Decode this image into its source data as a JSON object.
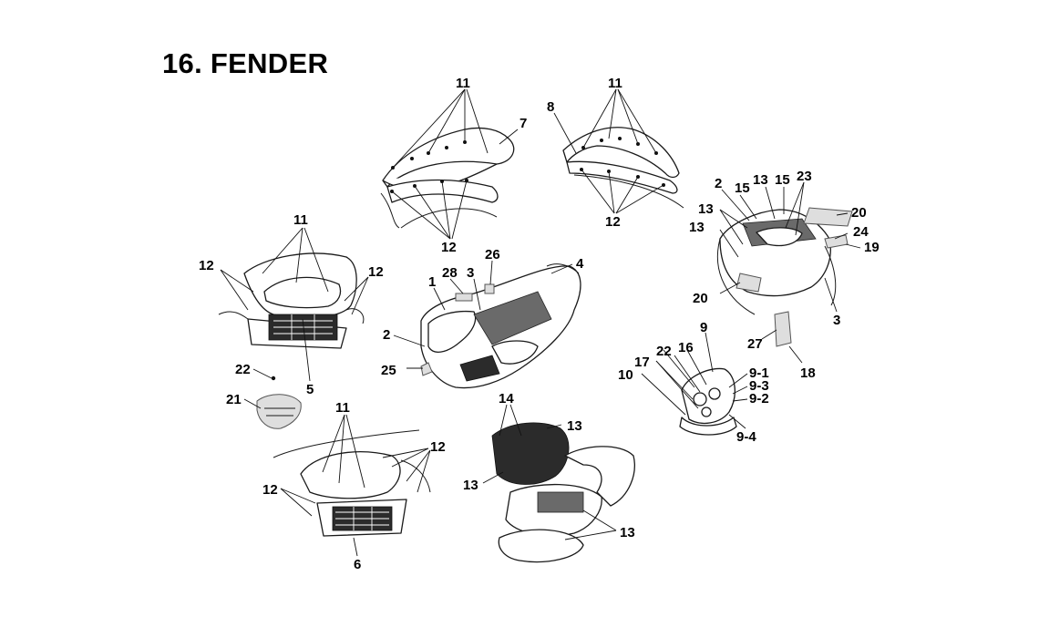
{
  "title": "16. FENDER",
  "callouts": {
    "c1": "11",
    "c2": "7",
    "c3": "12",
    "c4": "11",
    "c5": "8",
    "c6": "12",
    "c7": "11",
    "c8": "12",
    "c9": "12",
    "c10": "5",
    "c11": "28",
    "c12": "3",
    "c13": "26",
    "c14": "4",
    "c15": "1",
    "c16": "2",
    "c17": "25",
    "c18": "2",
    "c19": "15",
    "c20": "13",
    "c21": "15",
    "c22": "23",
    "c23": "13",
    "c24": "20",
    "c25": "24",
    "c26": "19",
    "c27": "13",
    "c28": "20",
    "c29": "3",
    "c30": "27",
    "c31": "18",
    "c32": "22",
    "c33": "21",
    "c34": "9",
    "c35": "22",
    "c36": "16",
    "c37": "17",
    "c38": "10",
    "c39": "9-1",
    "c40": "9-3",
    "c41": "9-2",
    "c42": "9-4",
    "c43": "11",
    "c44": "12",
    "c45": "12",
    "c46": "6",
    "c47": "14",
    "c48": "13",
    "c49": "13",
    "c50": "13"
  }
}
